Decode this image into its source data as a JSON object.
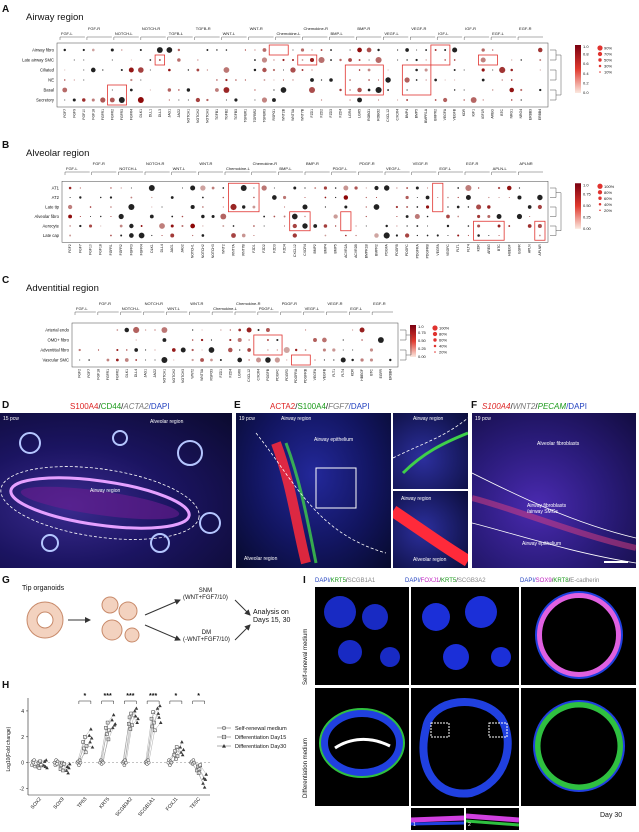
{
  "panels": {
    "A": {
      "letter": "A",
      "region": "Airway region",
      "rows": [
        "Airway fibro",
        "Late airway SMC",
        "Ciliated",
        "NE",
        "Basal",
        "Secretory"
      ],
      "groups": [
        "FGF-L",
        "FGF-R",
        "NOTCH-L",
        "NOTCH-R",
        "TGFB-L",
        "TGFB-R",
        "WNT-L",
        "WNT-R",
        "Chemokine-L",
        "Chemokine-R",
        "BMP-L",
        "BMP-R",
        "VEGF-L",
        "VEGF-R",
        "IGF-L",
        "IGF-R",
        "EGF-L",
        "EGF-R"
      ],
      "cols": [
        "FGF7",
        "FGF9",
        "FGF10",
        "FGF18",
        "FGFR1",
        "FGFR2",
        "FGFR3",
        "FGFR4",
        "DLK1",
        "DLL1",
        "DLL3",
        "JAG1",
        "JAG2",
        "NOTCH1",
        "NOTCH2",
        "NOTCH3",
        "TGFB1",
        "TGFB2",
        "TGFB3",
        "TGFBR1",
        "TGFBR2",
        "TGFBR3",
        "RSPO1",
        "WNT2B",
        "WNT5A",
        "WNT7B",
        "FZD1",
        "FZD2",
        "FZD3",
        "FZD4",
        "LGR4",
        "LGR5",
        "ROBO1",
        "ROBO2",
        "CXCL12",
        "CXCR4",
        "BMP4",
        "BMP5",
        "BMPR1A",
        "BMPR2",
        "VEGFA",
        "VEGFB",
        "KDR",
        "IGF1",
        "IGF1R",
        "AREG",
        "BTC",
        "NRG1",
        "NRG4",
        "ERBB3",
        "ERBB4"
      ],
      "legend": {
        "max": "1.0",
        "ticks": [
          "0.8",
          "0.6",
          "0.4",
          "0.2",
          "0.0"
        ],
        "sizes": [
          "90%",
          "70%",
          "50%",
          "30%",
          "10%"
        ]
      }
    },
    "B": {
      "letter": "B",
      "region": "Alveolar region",
      "rows": [
        "AT1",
        "AT2",
        "Late tip",
        "Alveolar fibro",
        "Aerocyte",
        "Late cap"
      ],
      "groups": [
        "FGF-L",
        "FGF-R",
        "NOTCH-L",
        "NOTCH-R",
        "WNT-L",
        "WNT-R",
        "Chemokine-L",
        "Chemokine-R",
        "BMP-L",
        "BMP-R",
        "PDGF-L",
        "PDGF-R",
        "VEGF-L",
        "VEGF-R",
        "EGF-L",
        "EGF-R",
        "APLN-L",
        "APLNR"
      ],
      "cols": [
        "FGF2",
        "FGF7",
        "FGF10",
        "FGF18",
        "FGFR1",
        "FGFR2",
        "FGFR3",
        "FGFR4",
        "DLK1",
        "DLL4",
        "JAG1",
        "JAG2",
        "NOTCH1",
        "NOTCH2",
        "NOTCH3",
        "WNT2",
        "WNT7A",
        "WNT7B",
        "FZD1",
        "FZD2",
        "FZD3",
        "FZD4",
        "CXCL12",
        "CXCR4",
        "BMP2",
        "BMP4",
        "BMP5",
        "ACVR2A",
        "ACVR2B",
        "BMPR1B",
        "BMPR2",
        "PDGFA",
        "PDGFB",
        "PDGFC",
        "PDGFRA",
        "PDGFRB",
        "VEGFA",
        "VEGFC",
        "FLT1",
        "FLT4",
        "KDR",
        "AREG",
        "BTC",
        "HBEGF",
        "EGFR",
        "APLN",
        "APLNR"
      ],
      "legend": {
        "max": "1.0",
        "ticks": [
          "0.75",
          "0.50",
          "0.25",
          "0.00"
        ],
        "sizes": [
          "100%",
          "80%",
          "60%",
          "40%",
          "20%"
        ]
      }
    },
    "C": {
      "letter": "C",
      "region": "Adventitial region",
      "rows": [
        "Arterial endo",
        "OMD+ fibro",
        "Adventitial fibro",
        "Vascular SMC"
      ],
      "groups": [
        "FGF-L",
        "FGF-R",
        "NOTCH-L",
        "NOTCH-R",
        "WNT-L",
        "WNT-R",
        "Chemokine-L",
        "Chemokine-R",
        "PDGF-L",
        "PDGF-R",
        "VEGF-L",
        "VEGF-R",
        "EGF-L",
        "EGF-R"
      ],
      "cols": [
        "FGF2",
        "FGF7",
        "FGF18",
        "FGFR1",
        "FGFR2",
        "DLK1",
        "DLL4",
        "JAG1",
        "JAG2",
        "NOTCH1",
        "NOTCH2",
        "NOTCH3",
        "WNT2",
        "WNT5A",
        "RSPO3",
        "FZD1",
        "FZD4",
        "LGR6",
        "CXCL12",
        "CXCR4",
        "PDGFB",
        "PDGFC",
        "PDGFD",
        "PDGFRA",
        "PDGFRB",
        "VEGFA",
        "VEGFB",
        "FLT1",
        "FLT4",
        "KDR",
        "HBEGF",
        "BTC",
        "EGFR",
        "ERBB4"
      ],
      "legend": {
        "max": "1.0",
        "ticks": [
          "0.75",
          "0.50",
          "0.25",
          "0.00"
        ],
        "sizes": [
          "100%",
          "80%",
          "60%",
          "40%",
          "20%"
        ]
      }
    },
    "D": {
      "letter": "D",
      "stain_parts": [
        "S100A4",
        "/",
        "CD44",
        "/",
        "ACTA2",
        "/DAPI"
      ],
      "age": "15 pcw",
      "labels": [
        "Alveolar region",
        "Airway region"
      ]
    },
    "E": {
      "letter": "E",
      "stain_parts": [
        "ACTA2",
        "/",
        "S100A4",
        "/",
        "FGF7",
        "/DAPI"
      ],
      "age": "19 pcw",
      "labels": [
        "Airway region",
        "Airway epithelium",
        "Alveolar region",
        "Airway region",
        "Airway region",
        "Alveolar region"
      ]
    },
    "F": {
      "letter": "F",
      "stain_parts": [
        "S100A4",
        "/",
        "WNT2",
        "/",
        "PECAM",
        "/DAPI"
      ],
      "age": "19 pcw",
      "labels": [
        "Alveolar fibroblasts",
        "Airway fibroblasts\n/airway SMCs",
        "Airway epithelium"
      ]
    },
    "G": {
      "letter": "G",
      "start": "Tip organoids",
      "snm": "SNM\n(WNT+FGF7/10)",
      "dm": "DM\n(-WNT+FGF7/10)",
      "analysis": "Analysis on\nDays 15, 30"
    },
    "H": {
      "letter": "H",
      "ylabel": "Log10(Fold change)",
      "genes": [
        "SOX2",
        "SOX9",
        "TP63",
        "KRT5",
        "SCGB3A2",
        "SCGB1A1",
        "FOXJ1",
        "TESC"
      ],
      "sig": [
        "*",
        "***",
        "***",
        "***",
        "*",
        "*"
      ],
      "legend": [
        "Self-renewal medium",
        "Differentiation Day15",
        "Differentiation Day30"
      ],
      "yticks": [
        "4",
        "2",
        "0",
        "-2"
      ]
    },
    "I": {
      "letter": "I",
      "col1": [
        "DAPI/",
        "KRT5",
        "/",
        "SCGB1A1"
      ],
      "col2": [
        "DAPI/",
        "FOXJ1",
        "/",
        "KRT5",
        "/",
        "SCGB3A2"
      ],
      "col3": [
        "DAPI/",
        "SOX9",
        "/",
        "KRT8",
        "/",
        "E-cadherin"
      ],
      "rows": [
        "Self-renewal medium",
        "Differentiation medium"
      ],
      "insets": [
        "1",
        "2"
      ],
      "day": "Day 30"
    }
  },
  "chart_data": {
    "type": "scatter",
    "categories": [
      "SOX2",
      "SOX9",
      "TP63",
      "KRT5",
      "SCGB3A2",
      "SCGB1A1",
      "FOXJ1",
      "TESC"
    ],
    "ylabel": "Log10(Fold change)",
    "ylim": [
      -2.5,
      5
    ],
    "series": [
      {
        "name": "Self-renewal medium",
        "values": [
          [
            -0.2,
            0.1,
            0,
            0.2,
            -0.3
          ],
          [
            0,
            -0.2,
            0.2,
            -0.1,
            0.1
          ],
          [
            0,
            0.1,
            -0.2,
            0.2,
            0
          ],
          [
            0,
            0.2,
            -0.1,
            0.1,
            0
          ],
          [
            0,
            0.1,
            -0.2,
            0.2,
            0
          ],
          [
            0,
            0.1,
            -0.1,
            0.2,
            0
          ],
          [
            0,
            0.2,
            -0.2,
            0.1,
            0
          ],
          [
            0,
            0.1,
            -0.1,
            0.2,
            0
          ]
        ]
      },
      {
        "name": "Differentiation Day15",
        "values": [
          [
            -0.3,
            0,
            -0.4,
            0.1,
            -0.2
          ],
          [
            -0.5,
            -0.2,
            0,
            -0.6,
            -0.1
          ],
          [
            1.6,
            1.1,
            2.0,
            0.8,
            1.3
          ],
          [
            2.7,
            2.2,
            3.1,
            1.8,
            2.5
          ],
          [
            3.0,
            3.5,
            2.6,
            3.8,
            2.9
          ],
          [
            3.4,
            2.8,
            3.9,
            3.1,
            2.5
          ],
          [
            0.6,
            0.9,
            0.3,
            1.2,
            0.5
          ],
          [
            -0.6,
            -0.3,
            -0.8,
            -0.5,
            -0.2
          ]
        ]
      },
      {
        "name": "Differentiation Day30",
        "values": [
          [
            -0.2,
            0.1,
            -0.3,
            0.2,
            -0.4
          ],
          [
            -0.6,
            -0.3,
            -0.8,
            -0.4,
            -0.1
          ],
          [
            2.1,
            1.6,
            2.6,
            1.9,
            1.2
          ],
          [
            3.3,
            2.7,
            3.7,
            2.9,
            3.0
          ],
          [
            4.0,
            3.6,
            4.2,
            3.1,
            3.4
          ],
          [
            4.2,
            3.8,
            3.5,
            4.4,
            3.1
          ],
          [
            1.2,
            0.8,
            1.6,
            0.6,
            1.0
          ],
          [
            -1.6,
            -1.2,
            -1.9,
            -1.3,
            -0.9
          ]
        ]
      }
    ]
  }
}
